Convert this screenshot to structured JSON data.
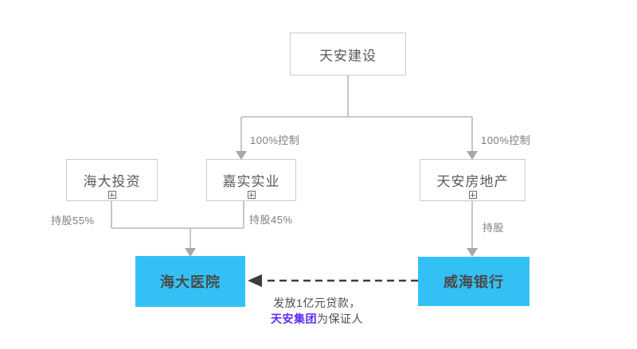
{
  "diagram": {
    "nodes": {
      "parent": {
        "label": "天安建设"
      },
      "invest": {
        "label": "海大投资"
      },
      "industry": {
        "label": "嘉实实业"
      },
      "estate": {
        "label": "天安房地产"
      },
      "hospital": {
        "label": "海大医院"
      },
      "bank": {
        "label": "威海银行"
      }
    },
    "edge_labels": {
      "control_left": "100%控制",
      "control_right": "100%控制",
      "stake_55": "持股55%",
      "stake_45": "持股45%",
      "stake": "持股"
    },
    "loan_note": {
      "line1": "发放1亿元贷款，",
      "line2_highlight": "天安集团",
      "line2_rest": "为保证人"
    },
    "colors": {
      "node_blue": "#33C1F5",
      "node_border": "#cccccc",
      "connector_line": "#b8b8b8",
      "connector_arrow": "#a8a8a8",
      "dashed_arrow": "#3c3c3c",
      "highlight_purple": "#5B2EF7",
      "node_text": "#595959",
      "edge_label_text": "#7d7d7d"
    }
  }
}
